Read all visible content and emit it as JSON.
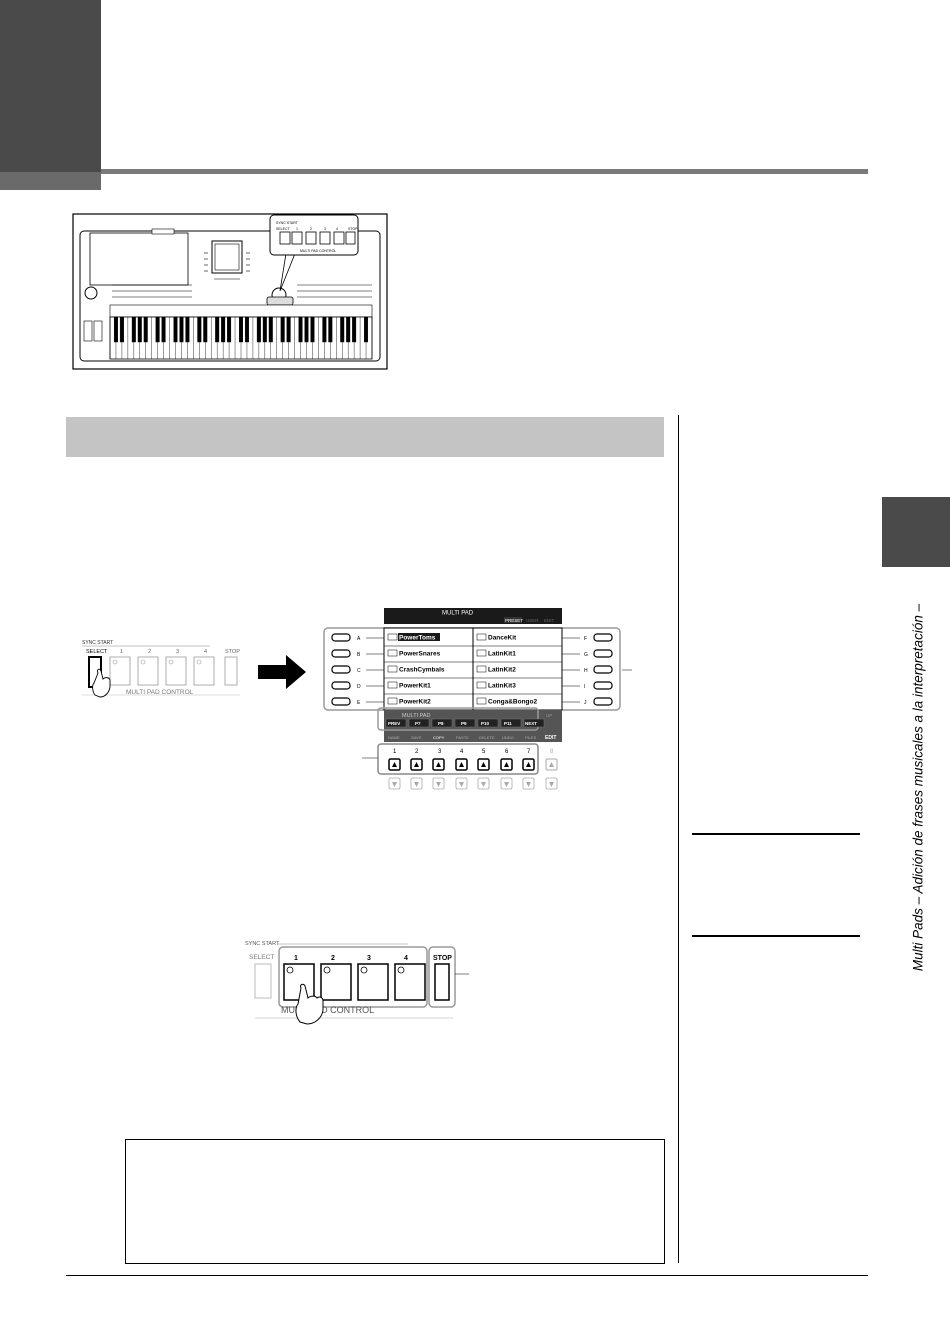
{
  "side_tab": {
    "vertical_title": "Multi Pads – Adición de frases musicales a la interpretación –"
  },
  "keyboard_callout": {
    "top_labels": [
      "SYNC START",
      "SELECT",
      "1",
      "2",
      "3",
      "4",
      "STOP"
    ],
    "bottom_label": "MULTI PAD CONTROL"
  },
  "panel_left": {
    "sync_start": "SYNC START",
    "select": "SELECT",
    "pads": [
      "1",
      "2",
      "3",
      "4"
    ],
    "stop": "STOP",
    "footer": "MULTI PAD CONTROL"
  },
  "screen": {
    "title": "MULTI PAD",
    "top_tabs": [
      "PRESET",
      "USER",
      "EDIT"
    ],
    "left_letters": [
      "A",
      "B",
      "C",
      "D",
      "E"
    ],
    "right_letters": [
      "F",
      "G",
      "H",
      "I",
      "J"
    ],
    "left_items": [
      "PowerToms",
      "PowerSnares",
      "CrashCymbals",
      "PowerKit1",
      "PowerKit2"
    ],
    "right_items": [
      "DanceKit",
      "LatinKit1",
      "LatinKit2",
      "LatinKit3",
      "Conga&Bongo2"
    ],
    "folder_label": "MULTI PAD",
    "page_buttons": [
      "PREV",
      "P7",
      "P8",
      "P9",
      "P10",
      "P11",
      "NEXT"
    ],
    "up_label": "UP",
    "lower_row": [
      "NAME",
      "SAVE",
      "COPY",
      "PASTE",
      "DELETE",
      "UNDO",
      "FILES"
    ],
    "edit": "EDIT",
    "number_labels": [
      "1",
      "2",
      "3",
      "4",
      "5",
      "6",
      "7",
      "8"
    ]
  },
  "panel_large": {
    "sync_start": "SYNC START",
    "select": "SELECT",
    "pads": [
      "1",
      "2",
      "3",
      "4"
    ],
    "stop": "STOP",
    "footer": "MULTI PAD CONTROL"
  },
  "colors": {
    "dark_tab": "#4a4a4a",
    "header_rule": "#7a7a7a",
    "section_bar": "#c4c4c4",
    "screen_header": "#1a1a1a"
  }
}
